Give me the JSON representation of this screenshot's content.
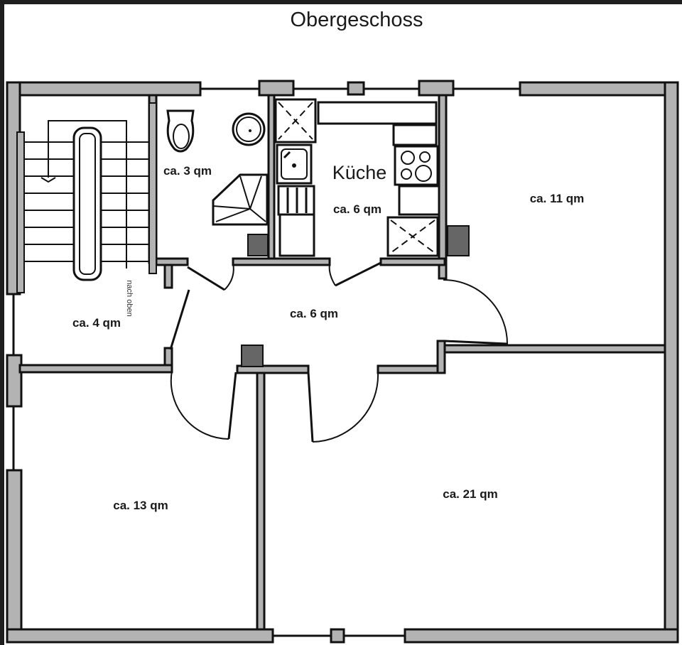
{
  "title": "Obergeschoss",
  "rooms": [
    {
      "id": "wc",
      "label": "ca. 3 qm"
    },
    {
      "id": "kitchen",
      "name": "Küche",
      "label": "ca. 6 qm"
    },
    {
      "id": "room-ne",
      "label": "ca. 11 qm"
    },
    {
      "id": "stairwell",
      "label": "ca. 4 qm",
      "stair_note": "nach oben"
    },
    {
      "id": "hallway",
      "label": "ca. 6 qm"
    },
    {
      "id": "room-sw",
      "label": "ca. 13 qm"
    },
    {
      "id": "room-se",
      "label": "ca. 21 qm"
    }
  ],
  "colors": {
    "wall_fill": "#b3b3b3",
    "line": "#111111",
    "chimney": "#666666",
    "frame": "#1e1e1e"
  }
}
